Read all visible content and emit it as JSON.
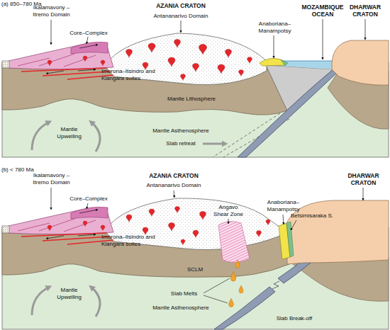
{
  "diagram": {
    "labels": [
      "(a) 850–780 Ma",
      "Ikalamavony – Itremo Domain",
      "Core–Complex",
      "AZANIA CRATON",
      "Antananarivo Domain",
      "Anaboriana– Manampotsy",
      "MOZAMBIQUE OCEAN",
      "DHARWAR CRATON",
      "Imorona–Itsindro and Kiangara suites",
      "Mantle Lithosphere",
      "Mantle Upwelling",
      "Mantle Asthenosphere",
      "Slab retreat",
      "(b) < 780 Ma",
      "Ikalamavony – Itremo Domain",
      "Core–Complex",
      "AZANIA CRATON",
      "Antananarivo Domain",
      "Angavo Shear Zone",
      "Anaboriana– Manampotsy",
      "Betsimisaraka S.",
      "DHARWAR CRATON",
      "Imorona–Itsindro and Kiangara suites",
      "SCLM",
      "Mantle Upwelling",
      "Slab Melts",
      "Mantle Asthenosphere",
      "Slab Break-off"
    ]
  }
}
